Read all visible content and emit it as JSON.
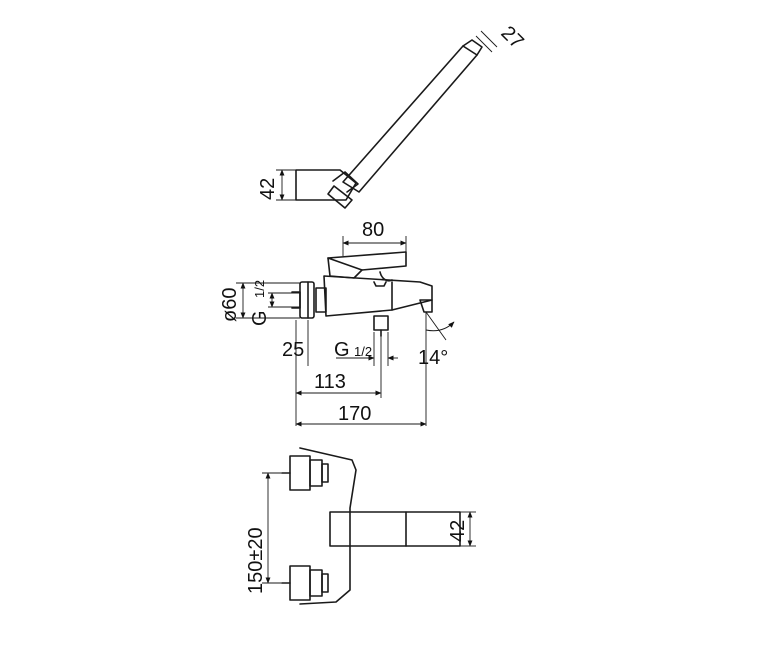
{
  "dimensions": {
    "hand_shower_width": "27",
    "holder_height": "42",
    "lever_width": "80",
    "diameter": "ø60",
    "thread_g": "G",
    "thread_fraction": "1/2",
    "offset_25": "25",
    "outlet_g": "G",
    "outlet_fraction": "1/2",
    "angle": "14°",
    "len_113": "113",
    "len_170": "170",
    "centers": "150±20",
    "spout_height": "42"
  }
}
